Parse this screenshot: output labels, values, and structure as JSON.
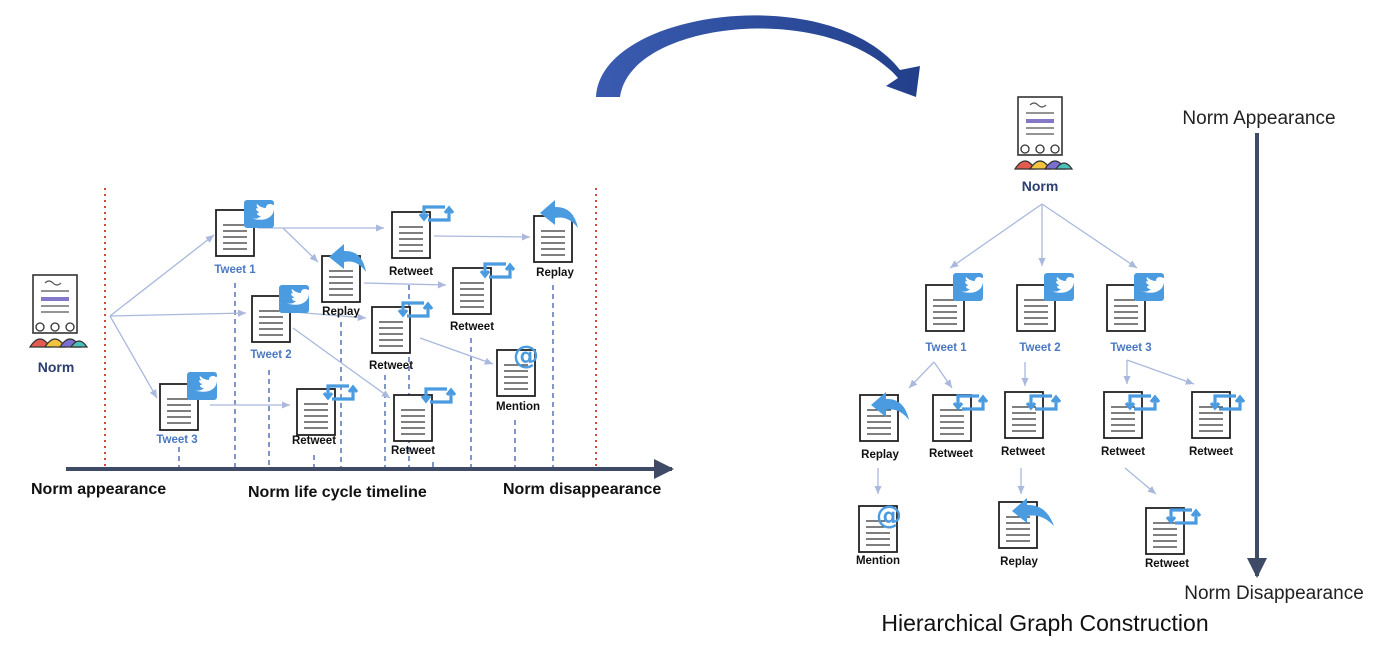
{
  "timeline": {
    "norm_label": "Norm",
    "tweet1": "Tweet 1",
    "tweet2": "Tweet 2",
    "tweet3": "Tweet 3",
    "replay_a": "Replay",
    "replay_b": "Replay",
    "retweet_a": "Retweet",
    "retweet_b": "Retweet",
    "retweet_c": "Retweet",
    "retweet_d": "Retweet",
    "retweet_e": "Retweet",
    "mention": "Mention",
    "axis_start": "Norm appearance",
    "axis_middle": "Norm life cycle timeline",
    "axis_end": "Norm disappearance"
  },
  "hierarchy": {
    "norm_label": "Norm",
    "tweet1": "Tweet 1",
    "tweet2": "Tweet 2",
    "tweet3": "Tweet 3",
    "replay_1": "Replay",
    "retweet_1": "Retweet",
    "retweet_2": "Retweet",
    "retweet_3": "Retweet",
    "retweet_4": "Retweet",
    "mention_1": "Mention",
    "replay_2": "Replay",
    "retweet_5": "Retweet",
    "axis_top": "Norm Appearance",
    "axis_bottom": "Norm Disappearance",
    "caption": "Hierarchical Graph Construction"
  },
  "colors": {
    "tweet_label": "#4a78c2",
    "node_label": "#111111",
    "badge": "#4a9be0",
    "edge": "#a9b8dc",
    "dashed": "#3d5fae",
    "red_dotted": "#d9463a",
    "axis": "#3e4a66",
    "curved_arrow": "#3457a8",
    "norm_label": "#2d3e70"
  }
}
